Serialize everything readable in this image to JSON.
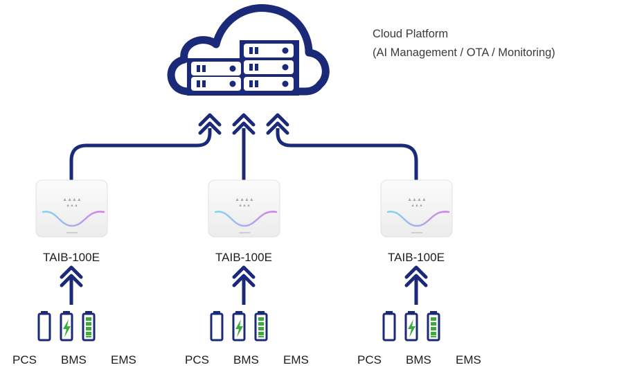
{
  "cloud": {
    "title": "Cloud Platform",
    "subtitle": "(AI Management / OTA / Monitoring)"
  },
  "devices": [
    {
      "name": "TAIB-100E"
    },
    {
      "name": "TAIB-100E"
    },
    {
      "name": "TAIB-100E"
    }
  ],
  "systems": [
    "PCS",
    "BMS",
    "EMS"
  ],
  "colors": {
    "primary": "#1b2a78",
    "battery_green": "#3cab3c",
    "device_body": "#f2f2f2",
    "gradient_start": "#7fd8f0",
    "gradient_end": "#d87fe8"
  },
  "icons": [
    "cloud-server-icon",
    "double-chevron-up-icon",
    "battery-icon",
    "charging-battery-icon",
    "full-battery-icon"
  ]
}
